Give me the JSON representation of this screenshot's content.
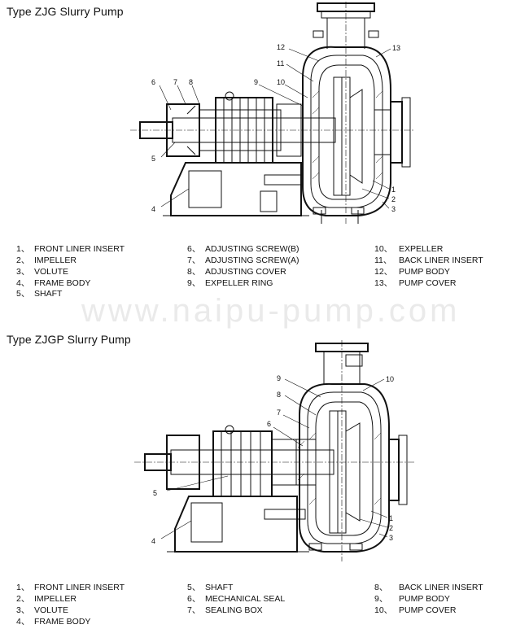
{
  "sections": [
    {
      "title": "Type ZJG Slurry Pump",
      "legend": [
        {
          "num": "1、",
          "label": "FRONT LINER INSERT"
        },
        {
          "num": "2、",
          "label": "IMPELLER"
        },
        {
          "num": "3、",
          "label": "VOLUTE"
        },
        {
          "num": "4、",
          "label": "FRAME BODY"
        },
        {
          "num": "5、",
          "label": "SHAFT"
        },
        {
          "num": "6、",
          "label": "ADJUSTING SCREW(B)"
        },
        {
          "num": "7、",
          "label": "ADJUSTING SCREW(A)"
        },
        {
          "num": "8、",
          "label": "ADJUSTING COVER"
        },
        {
          "num": "9、",
          "label": "EXPELLER RING"
        },
        {
          "num": "10、",
          "label": "EXPELLER"
        },
        {
          "num": "11、",
          "label": "BACK LINER INSERT"
        },
        {
          "num": "12、",
          "label": "PUMP BODY"
        },
        {
          "num": "13、",
          "label": "PUMP COVER"
        }
      ],
      "callouts": [
        "1",
        "2",
        "3",
        "4",
        "5",
        "6",
        "7",
        "8",
        "9",
        "10",
        "11",
        "12",
        "13"
      ]
    },
    {
      "title": "Type ZJGP Slurry Pump",
      "legend": [
        {
          "num": "1、",
          "label": "FRONT LINER INSERT"
        },
        {
          "num": "2、",
          "label": "IMPELLER"
        },
        {
          "num": "3、",
          "label": "VOLUTE"
        },
        {
          "num": "4、",
          "label": "FRAME BODY"
        },
        {
          "num": "5、",
          "label": "SHAFT"
        },
        {
          "num": "6、",
          "label": "MECHANICAL SEAL"
        },
        {
          "num": "7、",
          "label": "SEALING BOX"
        },
        {
          "num": "8、",
          "label": "BACK LINER INSERT"
        },
        {
          "num": "9、",
          "label": "PUMP BODY"
        },
        {
          "num": "10、",
          "label": "PUMP COVER"
        }
      ],
      "callouts": [
        "1",
        "2",
        "3",
        "4",
        "5",
        "6",
        "7",
        "8",
        "9",
        "10"
      ]
    }
  ],
  "watermark": "www.naipu-pump.com"
}
